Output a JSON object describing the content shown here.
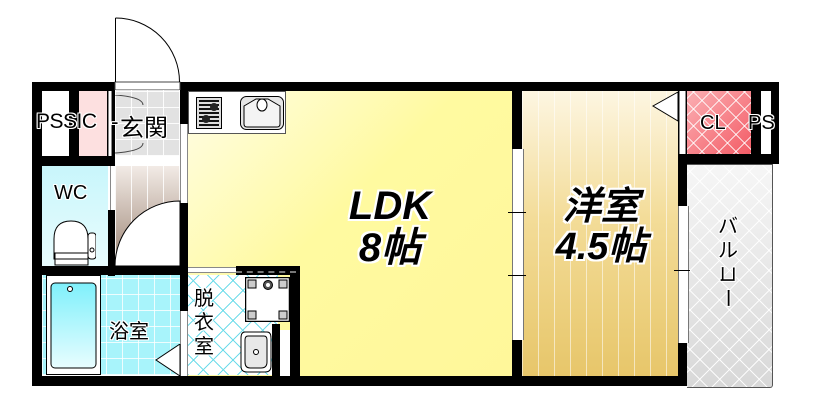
{
  "floor_plan": {
    "type": "apartment-1LDK-floor-plan",
    "rooms": {
      "ldk": {
        "name": "LDK",
        "size": "8帖"
      },
      "western_room": {
        "name": "洋室",
        "size": "4.5帖"
      },
      "bathroom": {
        "name": "浴室"
      },
      "dressing_room": {
        "name_lines": [
          "脱",
          "衣",
          "室"
        ]
      },
      "wc": {
        "name": "WC"
      },
      "entrance": {
        "name": "玄関"
      },
      "ps_sic": {
        "name": "PSSIC"
      },
      "closet": {
        "name": "CL"
      },
      "ps_right": {
        "name": "PS"
      },
      "balcony": {
        "name_lines": [
          "バ",
          "ル",
          "コ",
          "ー"
        ]
      }
    },
    "fixtures": [
      "stove-icon",
      "kitchen-sink-icon",
      "toilet-icon",
      "bathtub-icon",
      "washing-machine-pan-icon",
      "washbasin-icon"
    ],
    "colors": {
      "wall": "#000000",
      "ldk_floor": "#fff79a",
      "western_floor": "#e7c66a",
      "bath_tile": "#a8f4fb",
      "closet": "#f35c66",
      "balcony": "#d8d8d8",
      "dressing_pattern": "#6fdcea"
    }
  }
}
